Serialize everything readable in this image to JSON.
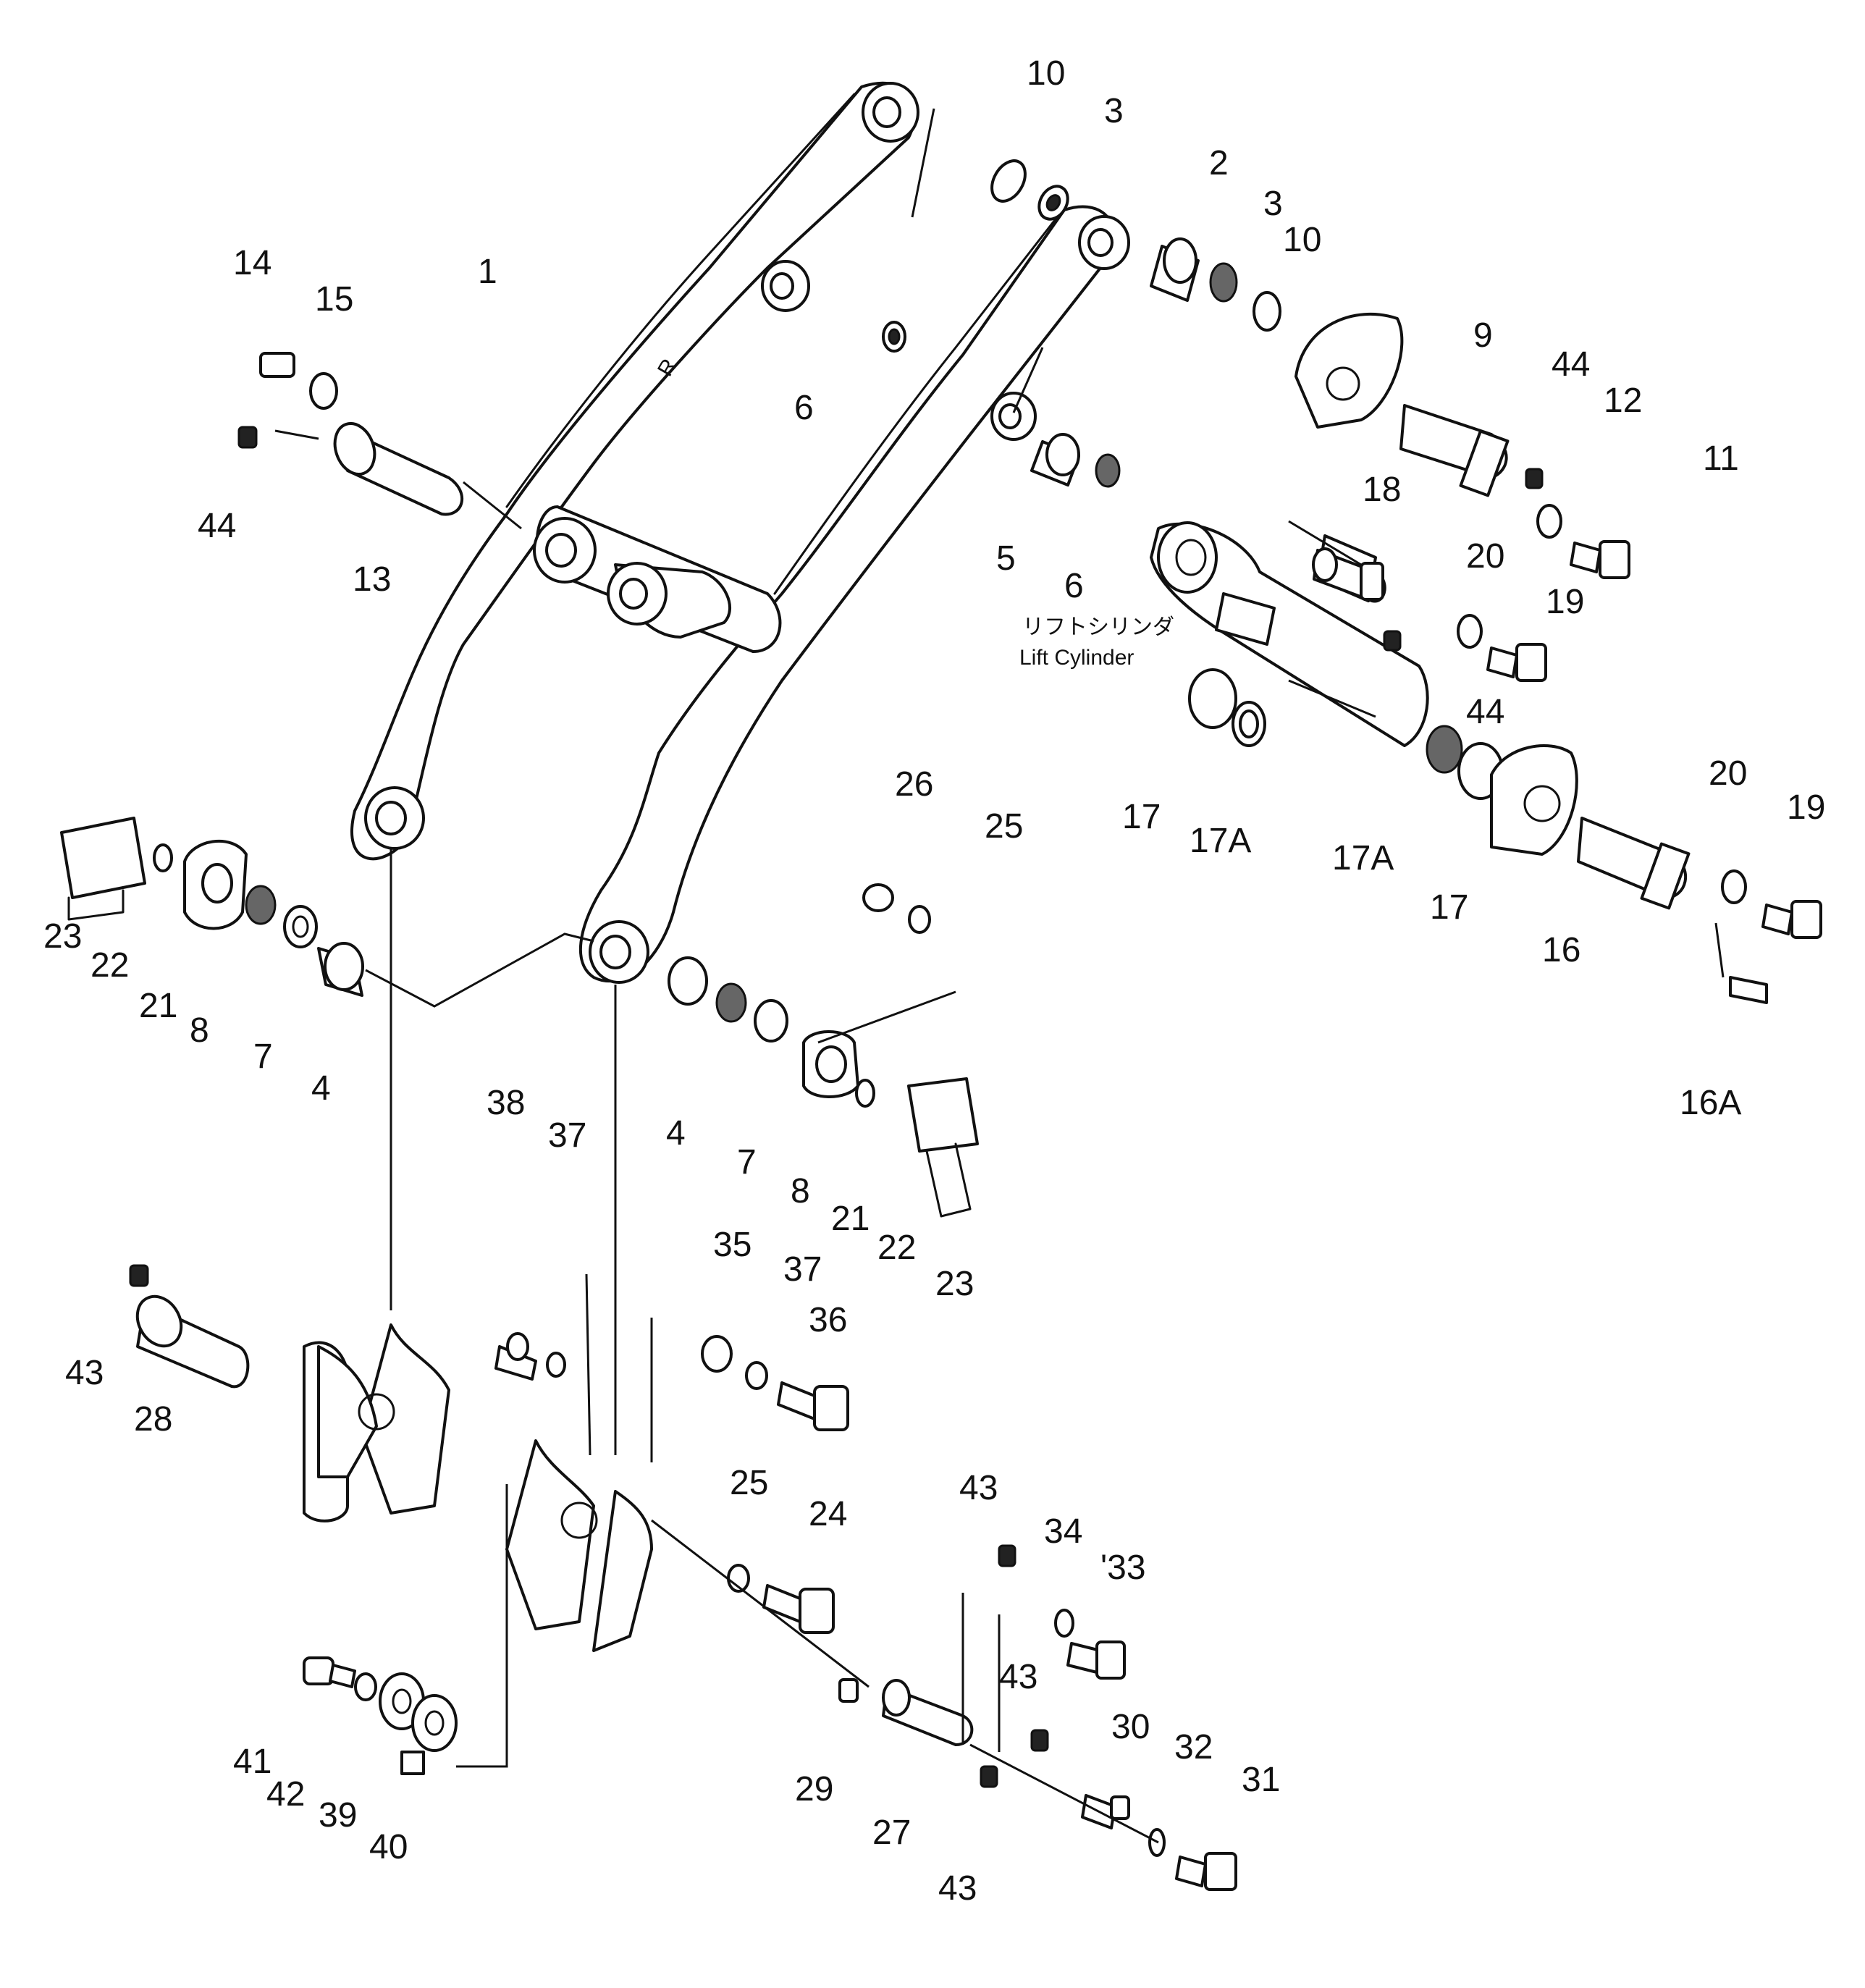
{
  "figure": {
    "caption_jp": "リフトシリンダ",
    "caption_en": "Lift Cylinder",
    "arm_mark": "R"
  },
  "callouts": [
    {
      "id": "c1",
      "label": "1"
    },
    {
      "id": "c2",
      "label": "2"
    },
    {
      "id": "c3a",
      "label": "3"
    },
    {
      "id": "c3b",
      "label": "3"
    },
    {
      "id": "c4a",
      "label": "4"
    },
    {
      "id": "c4b",
      "label": "4"
    },
    {
      "id": "c5",
      "label": "5"
    },
    {
      "id": "c6a",
      "label": "6"
    },
    {
      "id": "c6b",
      "label": "6"
    },
    {
      "id": "c7a",
      "label": "7"
    },
    {
      "id": "c7b",
      "label": "7"
    },
    {
      "id": "c8a",
      "label": "8"
    },
    {
      "id": "c8b",
      "label": "8"
    },
    {
      "id": "c9",
      "label": "9"
    },
    {
      "id": "c10a",
      "label": "10"
    },
    {
      "id": "c10b",
      "label": "10"
    },
    {
      "id": "c11",
      "label": "11"
    },
    {
      "id": "c12",
      "label": "12"
    },
    {
      "id": "c13",
      "label": "13"
    },
    {
      "id": "c14",
      "label": "14"
    },
    {
      "id": "c15",
      "label": "15"
    },
    {
      "id": "c16",
      "label": "16"
    },
    {
      "id": "c16A",
      "label": "16A"
    },
    {
      "id": "c17a",
      "label": "17"
    },
    {
      "id": "c17Aa",
      "label": "17A"
    },
    {
      "id": "c17Ab",
      "label": "17A"
    },
    {
      "id": "c17b",
      "label": "17"
    },
    {
      "id": "c18",
      "label": "18"
    },
    {
      "id": "c19a",
      "label": "19"
    },
    {
      "id": "c19b",
      "label": "19"
    },
    {
      "id": "c20a",
      "label": "20"
    },
    {
      "id": "c20b",
      "label": "20"
    },
    {
      "id": "c21a",
      "label": "21"
    },
    {
      "id": "c21b",
      "label": "21"
    },
    {
      "id": "c22a",
      "label": "22"
    },
    {
      "id": "c22b",
      "label": "22"
    },
    {
      "id": "c23a",
      "label": "23"
    },
    {
      "id": "c23b",
      "label": "23"
    },
    {
      "id": "c24",
      "label": "24"
    },
    {
      "id": "c25a",
      "label": "25"
    },
    {
      "id": "c25b",
      "label": "25"
    },
    {
      "id": "c26",
      "label": "26"
    },
    {
      "id": "c27",
      "label": "27"
    },
    {
      "id": "c28",
      "label": "28"
    },
    {
      "id": "c29",
      "label": "29"
    },
    {
      "id": "c30",
      "label": "30"
    },
    {
      "id": "c31",
      "label": "31"
    },
    {
      "id": "c32",
      "label": "32"
    },
    {
      "id": "c33",
      "label": "'33"
    },
    {
      "id": "c34",
      "label": "34"
    },
    {
      "id": "c35",
      "label": "35"
    },
    {
      "id": "c36",
      "label": "36"
    },
    {
      "id": "c37a",
      "label": "37"
    },
    {
      "id": "c37b",
      "label": "37"
    },
    {
      "id": "c38",
      "label": "38"
    },
    {
      "id": "c39",
      "label": "39"
    },
    {
      "id": "c40",
      "label": "40"
    },
    {
      "id": "c41",
      "label": "41"
    },
    {
      "id": "c42",
      "label": "42"
    },
    {
      "id": "c43a",
      "label": "43"
    },
    {
      "id": "c43b",
      "label": "43"
    },
    {
      "id": "c43c",
      "label": "43"
    },
    {
      "id": "c43d",
      "label": "43"
    },
    {
      "id": "c44a",
      "label": "44"
    },
    {
      "id": "c44b",
      "label": "44"
    },
    {
      "id": "c44c",
      "label": "44"
    }
  ]
}
